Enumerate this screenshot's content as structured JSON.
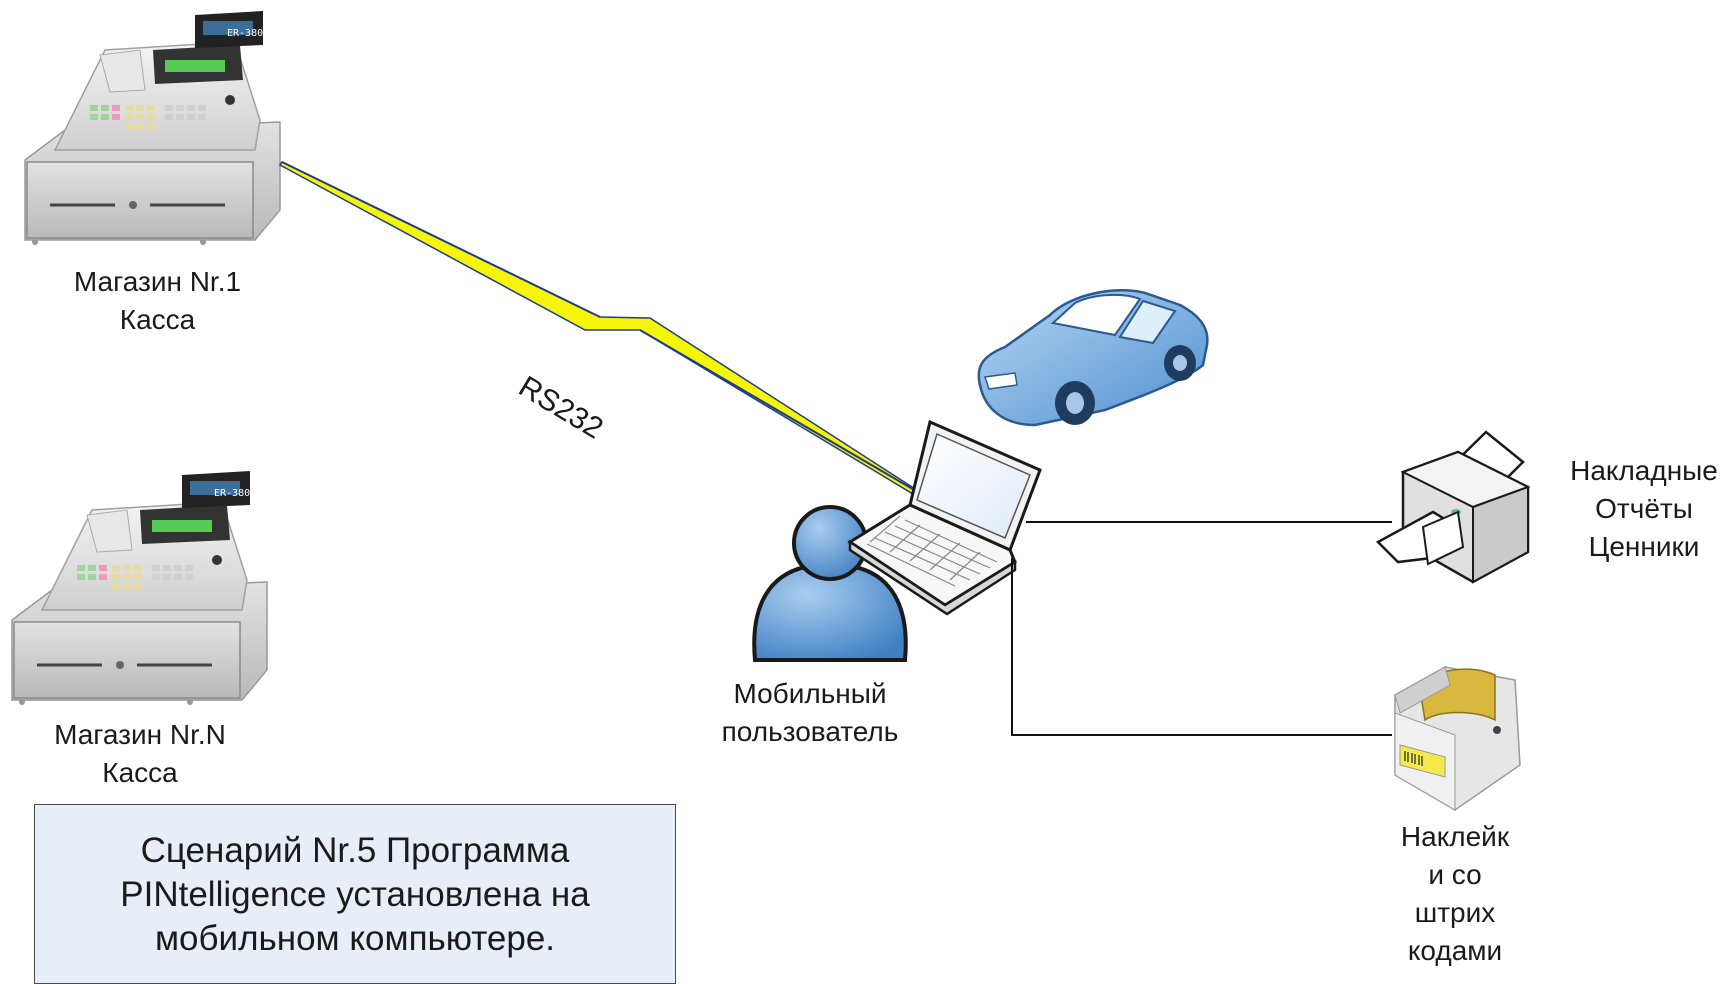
{
  "diagram": {
    "nodes": {
      "register_1": {
        "label_lines": [
          "Магазин Nr.1",
          "Касса"
        ],
        "display_text": "ER-380",
        "icon": "cash-register-icon"
      },
      "register_n": {
        "label_lines": [
          "Магазин Nr.N",
          "Касса"
        ],
        "display_text": "ER-380",
        "icon": "cash-register-icon"
      },
      "mobile_user": {
        "label_lines": [
          "Мобильный",
          "пользователь"
        ],
        "icon": "user-icon"
      },
      "laptop": {
        "icon": "laptop-icon"
      },
      "car": {
        "icon": "car-icon"
      },
      "printer": {
        "label_lines": [
          "Накладные",
          "Отчёты",
          "Ценники"
        ],
        "icon": "printer-icon"
      },
      "label_printer": {
        "label_lines": [
          "Наклейк",
          "и со",
          "штрих",
          "кодами"
        ],
        "icon": "label-printer-icon"
      }
    },
    "links": {
      "rs232": {
        "label": "RS232",
        "from": "register_1",
        "to": "laptop"
      },
      "laptop_printer": {
        "from": "laptop",
        "to": "printer"
      },
      "laptop_label_printer": {
        "from": "laptop",
        "to": "label_printer"
      }
    },
    "scenario": {
      "lines": [
        "Сценарий Nr.5  Программа",
        "PINtelligence установлена на",
        "мобильном компьютере."
      ]
    },
    "colors": {
      "lightning_fill": "#f5f50a",
      "link_blue": "#1f3c8c",
      "scenario_bg": "#e8eef8",
      "icon_blue": "#4f8fd0"
    }
  }
}
